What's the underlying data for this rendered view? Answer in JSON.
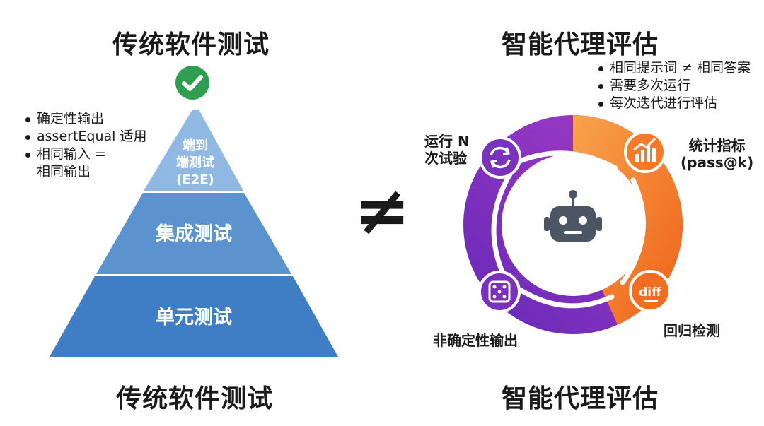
{
  "left": {
    "title_top": "传统软件测试",
    "title_bottom": "传统软件测试",
    "bullets": [
      "确定性输出",
      "assertEqual 适用",
      "相同输入 =",
      "相同输出"
    ],
    "pyramid": {
      "top_lines": [
        "端到",
        "端测试",
        "(E2E)"
      ],
      "middle": "集成测试",
      "bottom": "单元测试"
    }
  },
  "separator": "≠",
  "right": {
    "title_top": "智能代理评估",
    "title_bottom": "智能代理评估",
    "bullets": [
      "相同提示词 ≠ 相同答案",
      "需要多次运行",
      "每次迭代进行评估"
    ],
    "cycle_labels": {
      "run_trials": [
        "运行 N",
        "次试验"
      ],
      "metrics": [
        "统计指标",
        "(pass@k)"
      ],
      "regression": "回归检测",
      "nondeterministic": "非确定性输出"
    },
    "diff_icon_text": "diff"
  },
  "colors": {
    "pyramid_top": "#8fb8e2",
    "pyramid_middle": "#5b93cf",
    "pyramid_bottom": "#3f7ec4",
    "check_green": "#2f9e50",
    "ring_purple": "#7b2fbe",
    "ring_orange": "#f47a2a",
    "robot": "#4b5563"
  }
}
